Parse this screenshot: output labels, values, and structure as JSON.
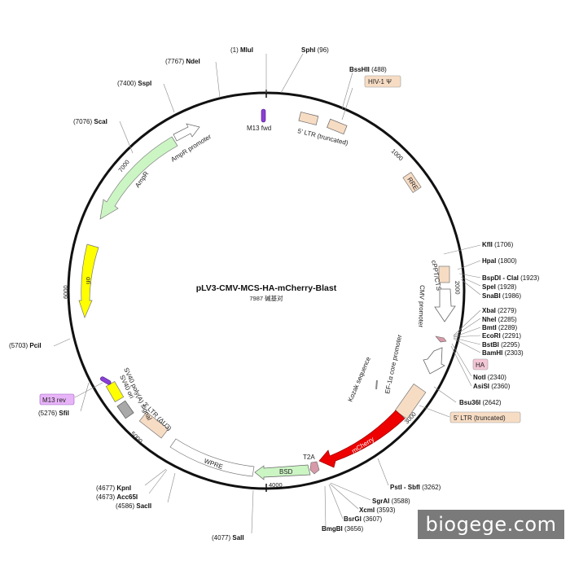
{
  "plasmid": {
    "name": "pLV3-CMV-MCS-HA-mCherry-Blast",
    "size_text": "7987 碱基对"
  },
  "ticks": [
    "1000",
    "2000",
    "3000",
    "4000",
    "5000",
    "6000",
    "7000"
  ],
  "sites": [
    {
      "name": "MluI",
      "pos": "(1)"
    },
    {
      "name": "SphI",
      "pos": "(96)"
    },
    {
      "name": "BssHII",
      "pos": "(488)"
    },
    {
      "name": "KflI",
      "pos": "(1706)"
    },
    {
      "name": "HpaI",
      "pos": "(1800)"
    },
    {
      "name": "BspDI - ClaI",
      "pos": "(1923)"
    },
    {
      "name": "SpeI",
      "pos": "(1928)"
    },
    {
      "name": "SnaBI",
      "pos": "(1986)"
    },
    {
      "name": "XbaI",
      "pos": "(2279)"
    },
    {
      "name": "NheI",
      "pos": "(2285)"
    },
    {
      "name": "BmtI",
      "pos": "(2289)"
    },
    {
      "name": "EcoRI",
      "pos": "(2291)"
    },
    {
      "name": "BstBI",
      "pos": "(2295)"
    },
    {
      "name": "BamHI",
      "pos": "(2303)"
    },
    {
      "name": "NotI",
      "pos": "(2340)"
    },
    {
      "name": "AsiSI",
      "pos": "(2360)"
    },
    {
      "name": "Bsu36I",
      "pos": "(2642)"
    },
    {
      "name": "PstI - SbfI",
      "pos": "(3262)"
    },
    {
      "name": "SgrAI",
      "pos": "(3588)"
    },
    {
      "name": "XcmI",
      "pos": "(3593)"
    },
    {
      "name": "BsrGI",
      "pos": "(3607)"
    },
    {
      "name": "BmgBI",
      "pos": "(3656)"
    },
    {
      "name": "SalI",
      "pos": "(4077)"
    },
    {
      "name": "SacII",
      "pos": "(4586)"
    },
    {
      "name": "Acc65I",
      "pos": "(4673)"
    },
    {
      "name": "KpnI",
      "pos": "(4677)"
    },
    {
      "name": "SfiI",
      "pos": "(5276)"
    },
    {
      "name": "PciI",
      "pos": "(5703)"
    },
    {
      "name": "ScaI",
      "pos": "(7076)"
    },
    {
      "name": "SspI",
      "pos": "(7400)"
    },
    {
      "name": "NdeI",
      "pos": "(7767)"
    }
  ],
  "features": {
    "m13_fwd": "M13 fwd",
    "ltr5_trunc": "5' LTR (truncated)",
    "hiv_psi": "HIV-1 Ψ",
    "rre": "RRE",
    "cppt": "cPPT/CTS",
    "cmv": "CMV promoter",
    "ha": "HA",
    "ef1a": "EF-1α core promoter",
    "kozak": "Kozak sequence",
    "ltr5_trunc_box": "5' LTR (truncated)",
    "mcherry": "mCherry",
    "t2a": "T2A",
    "bsd": "BSD",
    "wpre": "WPRE",
    "ltr3": "3' LTR (ΔU3)",
    "sv40_polya": "SV40 poly(A) signal",
    "sv40_ori": "SV40 ori",
    "m13_rev": "M13 rev",
    "ori": "ori",
    "ampr": "AmpR",
    "ampr_promoter": "AmpR promoter"
  },
  "colors": {
    "backbone": "#111111",
    "ltr": "#f7dcc4",
    "ampr": "#ccf5c4",
    "ori": "#ffff00",
    "mcherry": "#ee0000",
    "primer": "#8a3fd6",
    "primer_label_bg": "#e8b4f8",
    "ha_bg": "#f4c6d6",
    "sv40_ori": "#a9a9a9"
  },
  "watermark": "biogege.com"
}
